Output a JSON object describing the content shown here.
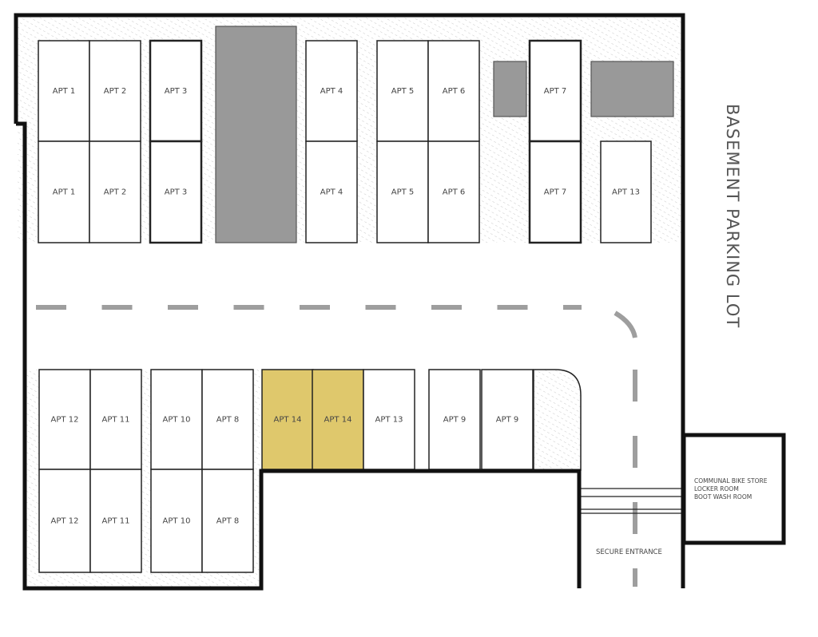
{
  "title": "BASEMENT PARKING LOT",
  "colors": {
    "highlight": "#dfc86c",
    "wall": "#111111",
    "block": "#999999",
    "road_marking": "#9e9e9e"
  },
  "top_row_upper": [
    "APT 1",
    "APT 2",
    "APT 3",
    "APT 4",
    "APT 5",
    "APT 6",
    "APT 7"
  ],
  "top_row_lower": [
    "APT 1",
    "APT 2",
    "APT 3",
    "APT 4",
    "APT 5",
    "APT 6",
    "APT 7",
    "APT 13"
  ],
  "bottom_row_upper": [
    "APT 12",
    "APT 11",
    "APT 10",
    "APT 8",
    "APT 14",
    "APT 14",
    "APT 13",
    "APT 9",
    "APT 9"
  ],
  "bottom_row_lower": [
    "APT 12",
    "APT 11",
    "APT 10",
    "APT 8"
  ],
  "highlighted_spaces": [
    "APT 14"
  ],
  "facilities": {
    "line1": "COMMUNAL BIKE STORE",
    "line2": "LOCKER ROOM",
    "line3": "BOOT WASH ROOM"
  },
  "entrance": "SECURE ENTRANCE"
}
